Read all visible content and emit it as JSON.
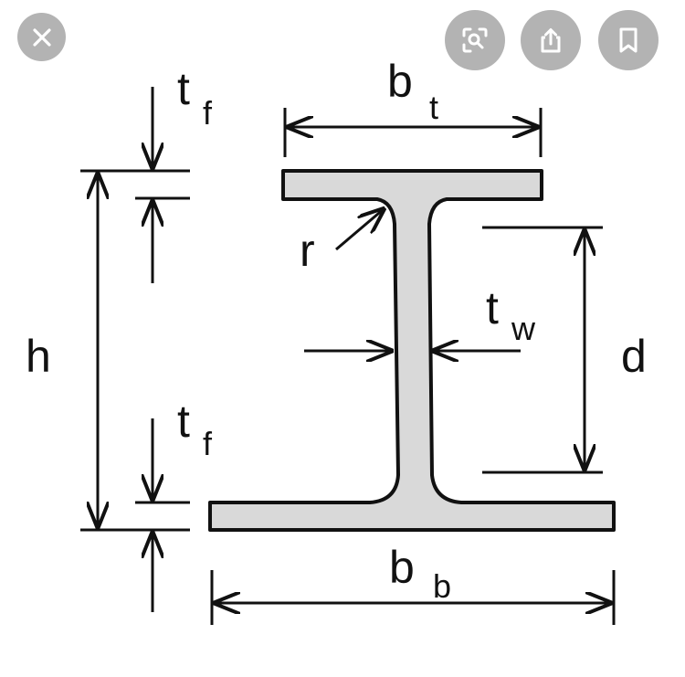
{
  "toolbar": {
    "close_icon": "close-icon",
    "lens_icon": "lens-search-icon",
    "share_icon": "share-icon",
    "bookmark_icon": "bookmark-icon",
    "button_color": "#b3b3b3",
    "icon_color": "#ffffff"
  },
  "diagram": {
    "section_fill": "#d9d9d9",
    "line_color": "#111111",
    "labels": {
      "bt_main": "b",
      "bt_sub": "t",
      "bb_main": "b",
      "bb_sub": "b",
      "tf_top_main": "t",
      "tf_top_sub": "f",
      "tf_bot_main": "t",
      "tf_bot_sub": "f",
      "tw_main": "t",
      "tw_sub": "w",
      "h": "h",
      "d": "d",
      "r": "r"
    }
  }
}
